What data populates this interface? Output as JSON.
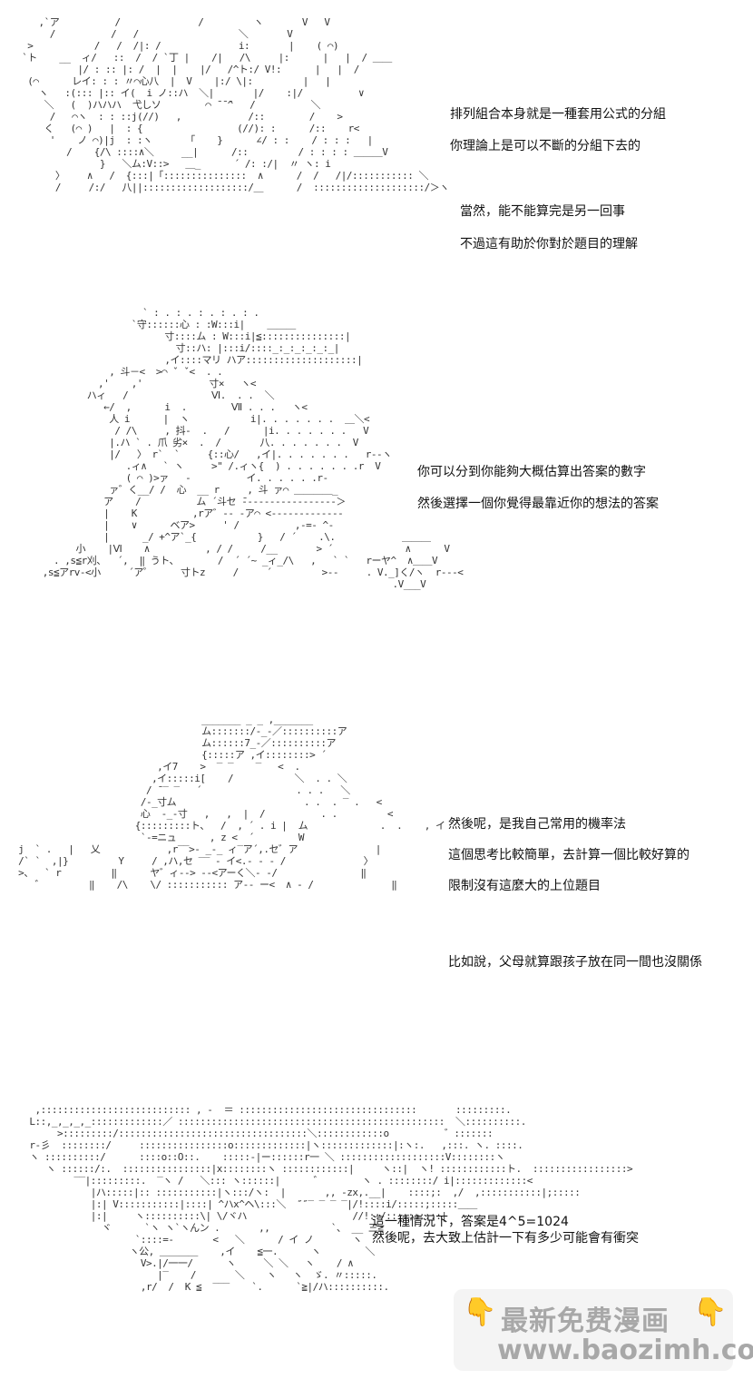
{
  "panels": [
    {
      "captions": [
        "排列組合本身就是一種套用公式的分組",
        "你理論上是可以不斷的分組下去的",
        "當然，能不能算完是另一回事",
        "不過這有助於你對於題目的理解"
      ]
    },
    {
      "captions": [
        "你可以分到你能夠大概估算出答案的數字",
        "然後選擇一個你覺得最靠近你的想法的答案"
      ]
    },
    {
      "captions": [
        "然後呢，是我自己常用的機率法",
        "這個思考比較簡單，去計算一個比較好算的",
        "限制沒有這麼大的上位題目",
        "比如說，父母就算跟孩子放在同一間也沒關係"
      ]
    },
    {
      "captions": [
        "這一種情況下，答案是4^5=1024",
        "然後呢，去大致上估計一下有多少可能會有衝突"
      ]
    }
  ],
  "watermark": {
    "line1": "最新免费漫画",
    "line2": "www.baozimh.com",
    "icon": "pointing-hand-icon"
  }
}
